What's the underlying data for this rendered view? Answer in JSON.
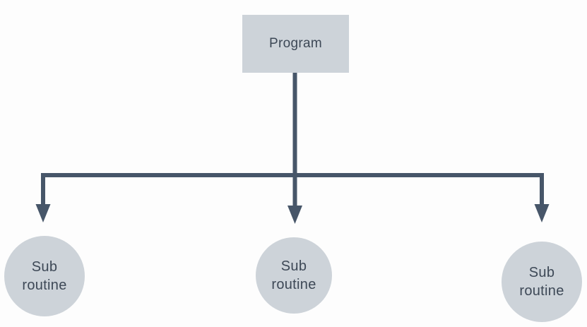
{
  "diagram": {
    "root": {
      "label": "Program",
      "shape": "rectangle"
    },
    "children": [
      {
        "label": "Sub routine",
        "shape": "circle"
      },
      {
        "label": "Sub routine",
        "shape": "circle"
      },
      {
        "label": "Sub routine",
        "shape": "circle"
      }
    ]
  },
  "colors": {
    "shape_fill": "#cdd3d9",
    "connector": "#475669",
    "text": "#3d4856",
    "background": "#fdfdfd"
  }
}
